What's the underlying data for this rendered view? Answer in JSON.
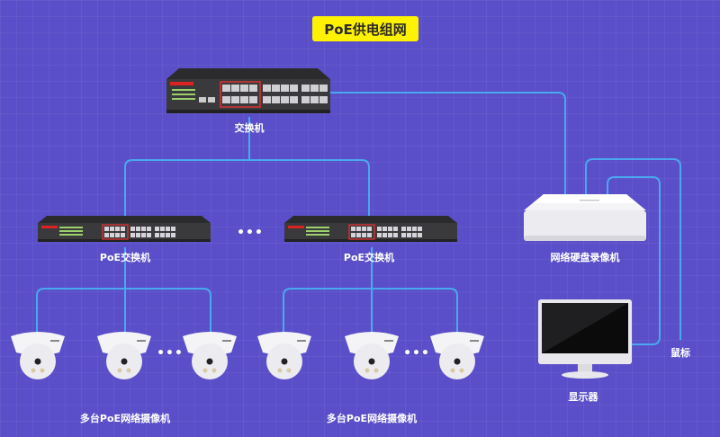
{
  "title": "PoE供电组网",
  "colors": {
    "background": "#5a4fc8",
    "badge": "#fff200",
    "wire": "#4aa8f0"
  },
  "nodes": {
    "core_switch": {
      "label": "交换机",
      "icon": "network-switch-icon"
    },
    "poe_switch_left": {
      "label": "PoE交换机",
      "icon": "poe-switch-icon"
    },
    "poe_switch_right": {
      "label": "PoE交换机",
      "icon": "poe-switch-icon"
    },
    "nvr": {
      "label": "网络硬盘录像机",
      "icon": "nvr-icon"
    },
    "monitor": {
      "label": "显示器",
      "icon": "monitor-icon"
    },
    "mouse": {
      "label": "鼠标"
    },
    "camera_group_left": {
      "label": "多台PoE网络摄像机",
      "icon": "dome-camera-icon",
      "count_shown": 3
    },
    "camera_group_right": {
      "label": "多台PoE网络摄像机",
      "icon": "dome-camera-icon",
      "count_shown": 3
    }
  },
  "ellipsis": "•••",
  "edges": [
    [
      "core_switch",
      "poe_switch_left"
    ],
    [
      "core_switch",
      "poe_switch_right"
    ],
    [
      "core_switch",
      "nvr"
    ],
    [
      "poe_switch_left",
      "camera_group_left"
    ],
    [
      "poe_switch_right",
      "camera_group_right"
    ],
    [
      "nvr",
      "monitor"
    ],
    [
      "nvr",
      "mouse"
    ]
  ]
}
